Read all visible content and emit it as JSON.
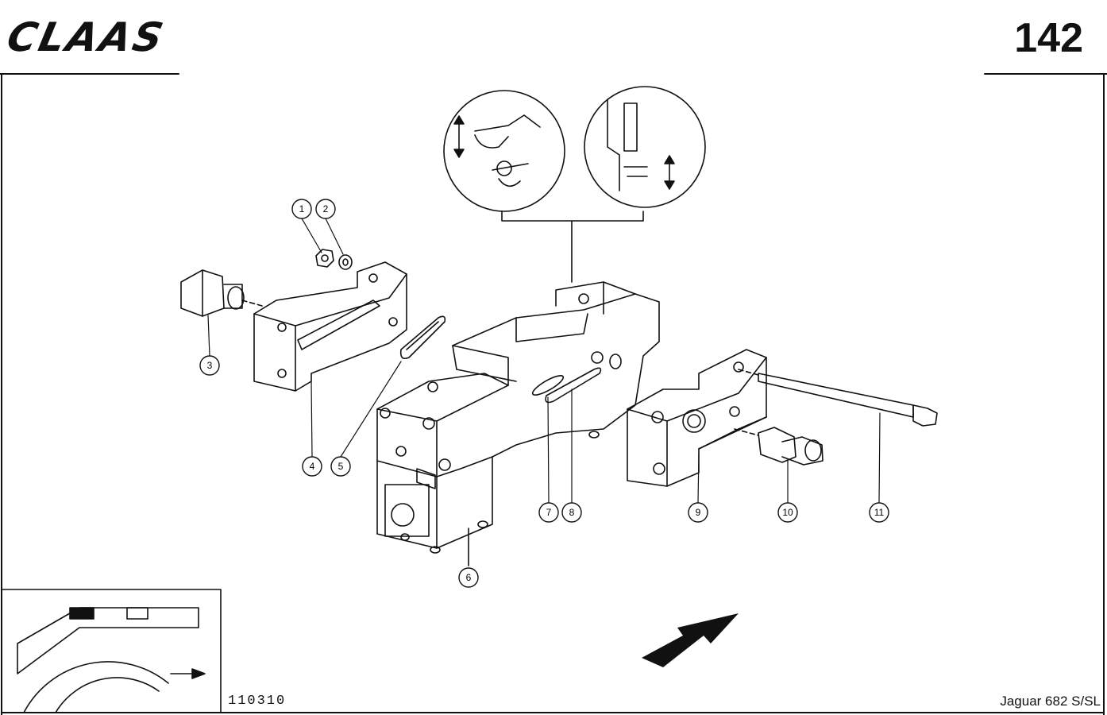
{
  "header": {
    "brand": "CLAAS",
    "page_number": "142"
  },
  "footer": {
    "document_number": "110310",
    "model": "Jaguar 682 S/SL"
  },
  "callouts": [
    "1",
    "2",
    "3",
    "4",
    "5",
    "6",
    "7",
    "8",
    "9",
    "10",
    "11"
  ],
  "colors": {
    "ink": "#111111",
    "paper": "#ffffff"
  }
}
